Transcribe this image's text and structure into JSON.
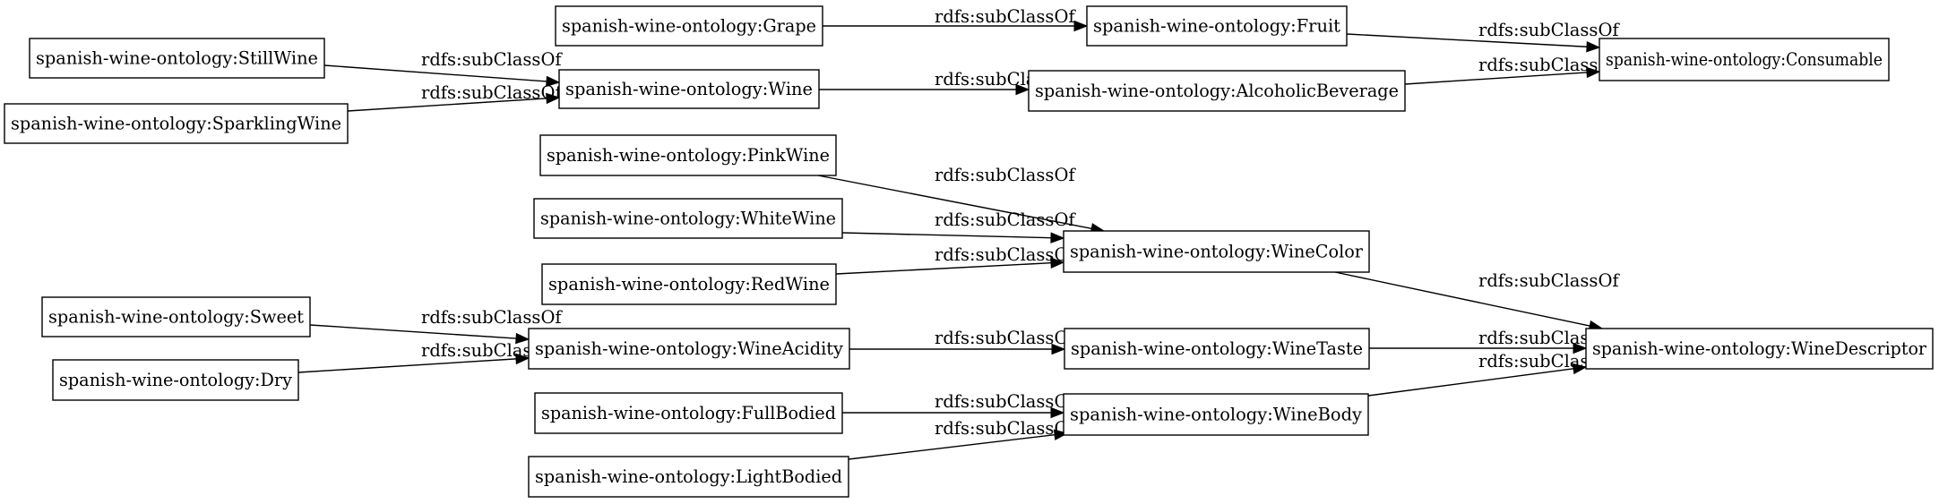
{
  "diagram": {
    "type": "ontology-class-graph",
    "nodes": {
      "grape": "spanish-wine-ontology:Grape",
      "fruit": "spanish-wine-ontology:Fruit",
      "consumable": "spanish-wine-ontology:Consumable",
      "still_wine": "spanish-wine-ontology:StillWine",
      "wine": "spanish-wine-ontology:Wine",
      "alcoholic_beverage": "spanish-wine-ontology:AlcoholicBeverage",
      "sparkling_wine": "spanish-wine-ontology:SparklingWine",
      "pink_wine": "spanish-wine-ontology:PinkWine",
      "white_wine": "spanish-wine-ontology:WhiteWine",
      "wine_color": "spanish-wine-ontology:WineColor",
      "red_wine": "spanish-wine-ontology:RedWine",
      "sweet": "spanish-wine-ontology:Sweet",
      "wine_acidity": "spanish-wine-ontology:WineAcidity",
      "wine_taste": "spanish-wine-ontology:WineTaste",
      "wine_descriptor": "spanish-wine-ontology:WineDescriptor",
      "dry": "spanish-wine-ontology:Dry",
      "full_bodied": "spanish-wine-ontology:FullBodied",
      "wine_body": "spanish-wine-ontology:WineBody",
      "light_bodied": "spanish-wine-ontology:LightBodied"
    },
    "edges": [
      {
        "from": "grape",
        "to": "fruit",
        "label": "rdfs:subClassOf"
      },
      {
        "from": "fruit",
        "to": "consumable",
        "label": "rdfs:subClassOf"
      },
      {
        "from": "alcoholic_beverage",
        "to": "consumable",
        "label": "rdfs:subClassOf"
      },
      {
        "from": "still_wine",
        "to": "wine",
        "label": "rdfs:subClassOf"
      },
      {
        "from": "sparkling_wine",
        "to": "wine",
        "label": "rdfs:subClassOf"
      },
      {
        "from": "wine",
        "to": "alcoholic_beverage",
        "label": "rdfs:subClassOf"
      },
      {
        "from": "pink_wine",
        "to": "wine_color",
        "label": "rdfs:subClassOf"
      },
      {
        "from": "white_wine",
        "to": "wine_color",
        "label": "rdfs:subClassOf"
      },
      {
        "from": "red_wine",
        "to": "wine_color",
        "label": "rdfs:subClassOf"
      },
      {
        "from": "wine_color",
        "to": "wine_descriptor",
        "label": "rdfs:subClassOf"
      },
      {
        "from": "sweet",
        "to": "wine_acidity",
        "label": "rdfs:subClassOf"
      },
      {
        "from": "dry",
        "to": "wine_acidity",
        "label": "rdfs:subClassOf"
      },
      {
        "from": "wine_acidity",
        "to": "wine_taste",
        "label": "rdfs:subClassOf"
      },
      {
        "from": "wine_taste",
        "to": "wine_descriptor",
        "label": "rdfs:subClassOf"
      },
      {
        "from": "wine_body",
        "to": "wine_descriptor",
        "label": "rdfs:subClassOf"
      },
      {
        "from": "full_bodied",
        "to": "wine_body",
        "label": "rdfs:subClassOf"
      },
      {
        "from": "light_bodied",
        "to": "wine_body",
        "label": "rdfs:subClassOf"
      }
    ]
  }
}
